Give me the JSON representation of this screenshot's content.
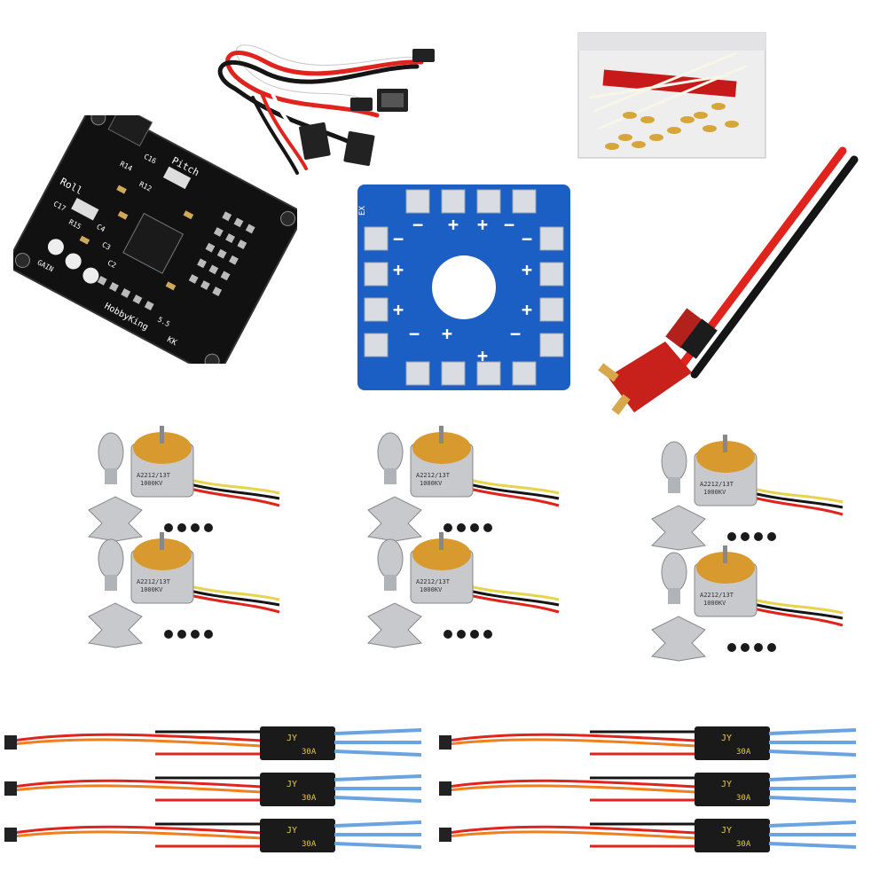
{
  "flight_controller": {
    "silk_pitch": "Pitch",
    "silk_roll": "Roll",
    "silk_gain_label": "GAIN",
    "silk_brand": "HobbyKing",
    "silk_brand_sub": "KK",
    "silk_ref_c16": "C16",
    "silk_ref_r14": "R14",
    "silk_ref_c17": "C17",
    "silk_ref_r15": "R15",
    "silk_ref_r12": "R12",
    "silk_ref_c4": "C4",
    "silk_ref_c3": "C3",
    "silk_ref_c2": "C2",
    "silk_version": "5.5"
  },
  "power_board": {
    "plus": "+",
    "minus": "−",
    "label_ex": "EX"
  },
  "motor": {
    "label_line1": "A2212/13T",
    "label_line2": "1000KV"
  },
  "esc": {
    "label": "30A",
    "brand": "JY"
  },
  "colors": {
    "pcb_black": "#111111",
    "pcb_blue": "#1c5fc4",
    "wire_red": "#e0231c",
    "wire_black": "#151515",
    "wire_orange": "#f07f1c",
    "wire_blue": "#6aa3e0",
    "motor_gold": "#d89a2f",
    "silver": "#c7c9cc"
  }
}
